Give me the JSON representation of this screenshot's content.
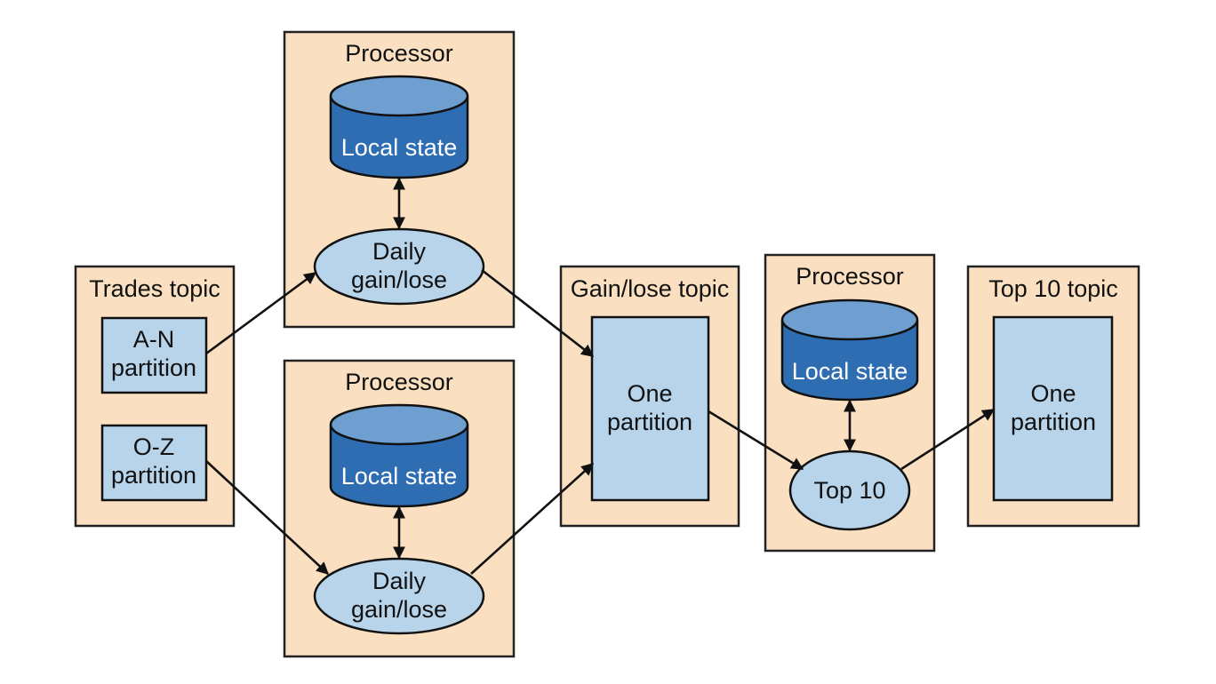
{
  "trades_topic": {
    "title": "Trades topic",
    "partition_an": [
      "A-N",
      "partition"
    ],
    "partition_oz": [
      "O-Z",
      "partition"
    ]
  },
  "processor_top": {
    "title": "Processor",
    "state": "Local state",
    "op": [
      "Daily",
      "gain/lose"
    ]
  },
  "processor_bottom": {
    "title": "Processor",
    "state": "Local state",
    "op": [
      "Daily",
      "gain/lose"
    ]
  },
  "gain_lose_topic": {
    "title": "Gain/lose topic",
    "partition": [
      "One",
      "partition"
    ]
  },
  "processor_top10": {
    "title": "Processor",
    "state": "Local state",
    "op": "Top 10"
  },
  "top10_topic": {
    "title": "Top 10 topic",
    "partition": [
      "One",
      "partition"
    ]
  },
  "colors": {
    "container_fill": "#fae0c0",
    "partition_fill": "#b8d4ea",
    "db_body": "#2f6db3",
    "db_top": "#6e9fd0",
    "stroke": "#111111"
  }
}
